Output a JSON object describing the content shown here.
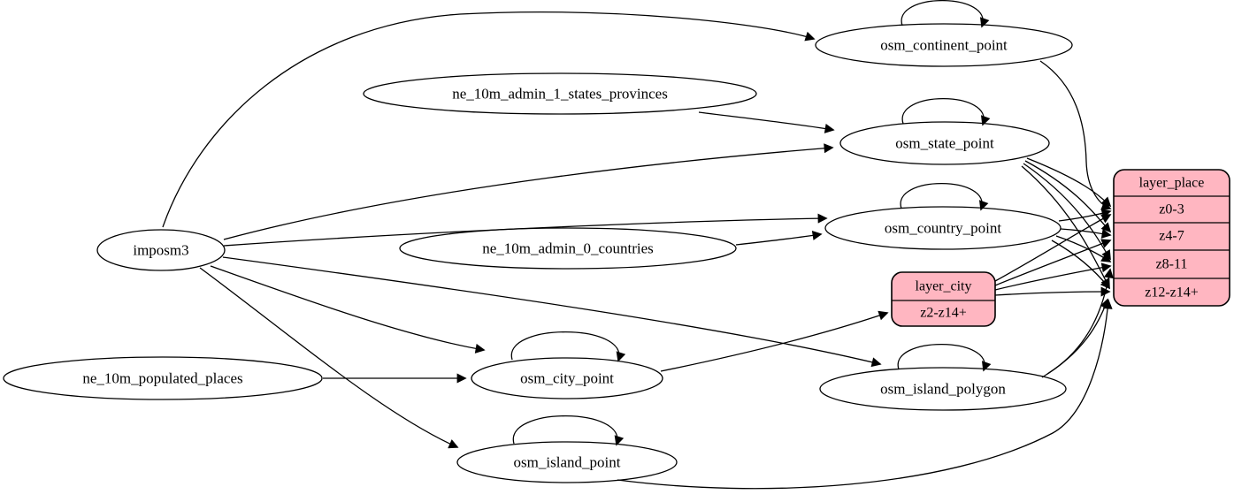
{
  "diagram": {
    "colors": {
      "background": "#ffffff",
      "node_fill": "#ffffff",
      "node_stroke": "#000000",
      "edge": "#000000",
      "record_fill": "#ffb6c1",
      "text": "#000000"
    },
    "nodes": [
      {
        "id": "imposm3",
        "label": "imposm3"
      },
      {
        "id": "ne_10m_admin_1_states_provinces",
        "label": "ne_10m_admin_1_states_provinces"
      },
      {
        "id": "ne_10m_admin_0_countries",
        "label": "ne_10m_admin_0_countries"
      },
      {
        "id": "ne_10m_populated_places",
        "label": "ne_10m_populated_places"
      },
      {
        "id": "osm_continent_point",
        "label": "osm_continent_point"
      },
      {
        "id": "osm_state_point",
        "label": "osm_state_point"
      },
      {
        "id": "osm_country_point",
        "label": "osm_country_point"
      },
      {
        "id": "osm_city_point",
        "label": "osm_city_point"
      },
      {
        "id": "osm_island_polygon",
        "label": "osm_island_polygon"
      },
      {
        "id": "osm_island_point",
        "label": "osm_island_point"
      }
    ],
    "records": [
      {
        "id": "layer_place",
        "title": "layer_place",
        "rows": [
          "z0-3",
          "z4-7",
          "z8-11",
          "z12-z14+"
        ]
      },
      {
        "id": "layer_city",
        "title": "layer_city",
        "rows": [
          "z2-z14+"
        ]
      }
    ],
    "edges": [
      {
        "from": "imposm3",
        "to": "osm_continent_point"
      },
      {
        "from": "imposm3",
        "to": "osm_state_point"
      },
      {
        "from": "imposm3",
        "to": "osm_country_point"
      },
      {
        "from": "imposm3",
        "to": "osm_city_point"
      },
      {
        "from": "imposm3",
        "to": "osm_island_polygon"
      },
      {
        "from": "imposm3",
        "to": "osm_island_point"
      },
      {
        "from": "ne_10m_admin_1_states_provinces",
        "to": "osm_state_point"
      },
      {
        "from": "ne_10m_admin_0_countries",
        "to": "osm_country_point"
      },
      {
        "from": "ne_10m_populated_places",
        "to": "osm_city_point"
      },
      {
        "from": "osm_continent_point",
        "to": "osm_continent_point",
        "self": true
      },
      {
        "from": "osm_state_point",
        "to": "osm_state_point",
        "self": true
      },
      {
        "from": "osm_country_point",
        "to": "osm_country_point",
        "self": true
      },
      {
        "from": "osm_city_point",
        "to": "osm_city_point",
        "self": true
      },
      {
        "from": "osm_island_polygon",
        "to": "osm_island_polygon",
        "self": true
      },
      {
        "from": "osm_island_point",
        "to": "osm_island_point",
        "self": true
      },
      {
        "from": "osm_continent_point",
        "to": "layer_place",
        "port": "z0-3"
      },
      {
        "from": "osm_state_point",
        "to": "layer_place",
        "port": "z0-3"
      },
      {
        "from": "osm_state_point",
        "to": "layer_place",
        "port": "z4-7"
      },
      {
        "from": "osm_state_point",
        "to": "layer_place",
        "port": "z8-11"
      },
      {
        "from": "osm_state_point",
        "to": "layer_place",
        "port": "z12-z14+"
      },
      {
        "from": "osm_country_point",
        "to": "layer_place",
        "port": "z0-3"
      },
      {
        "from": "osm_country_point",
        "to": "layer_place",
        "port": "z4-7"
      },
      {
        "from": "osm_country_point",
        "to": "layer_place",
        "port": "z8-11"
      },
      {
        "from": "osm_country_point",
        "to": "layer_place",
        "port": "z12-z14+"
      },
      {
        "from": "osm_city_point",
        "to": "layer_city",
        "port": "z2-z14+"
      },
      {
        "from": "layer_city",
        "to": "layer_place",
        "port": "z0-3"
      },
      {
        "from": "layer_city",
        "to": "layer_place",
        "port": "z4-7"
      },
      {
        "from": "layer_city",
        "to": "layer_place",
        "port": "z8-11"
      },
      {
        "from": "layer_city",
        "to": "layer_place",
        "port": "z12-z14+"
      },
      {
        "from": "osm_island_polygon",
        "to": "layer_place",
        "port": "z8-11"
      },
      {
        "from": "osm_island_polygon",
        "to": "layer_place",
        "port": "z12-z14+"
      },
      {
        "from": "osm_island_point",
        "to": "layer_place",
        "port": "z12-z14+"
      }
    ]
  }
}
